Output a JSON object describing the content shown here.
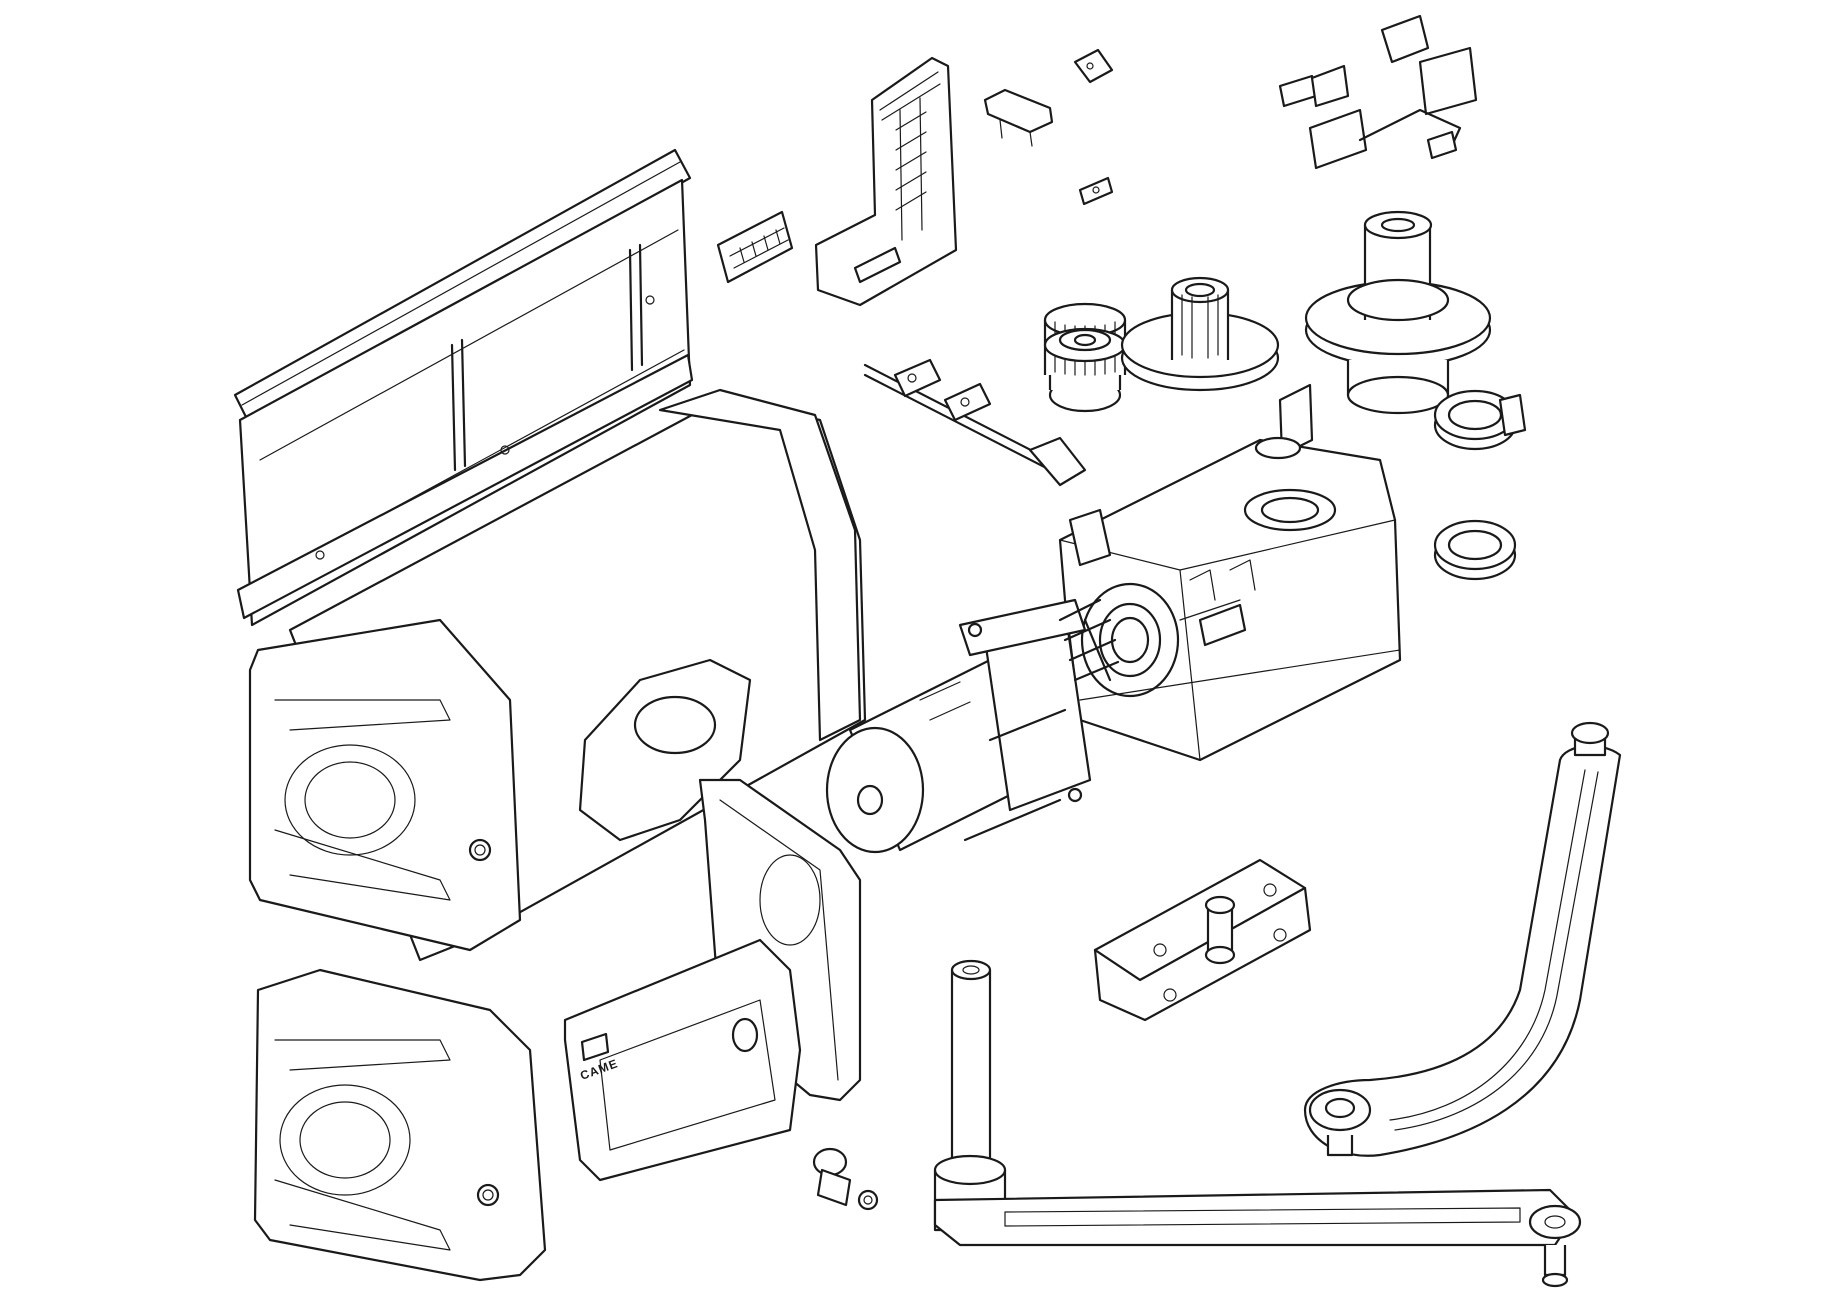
{
  "diagram": {
    "type": "exploded-parts-view",
    "background": "#ffffff",
    "line_color": "#1a1a1a",
    "cover_brand_text": "CAME",
    "parts": [
      "mounting-rail",
      "terminal-connector",
      "control-board-bracket",
      "limit-switch-bracket",
      "small-clip",
      "micro-switch-assembly",
      "release-pin",
      "cam-shaft-assembly",
      "pinion-gear",
      "intermediate-gear",
      "output-gear",
      "upper-limit-cam",
      "lower-limit-cam",
      "gearbox-housing",
      "electric-motor",
      "main-cover",
      "side-cover",
      "front-cover",
      "release-door",
      "release-key-lock",
      "mounting-bracket",
      "straight-arm",
      "curved-arm"
    ]
  }
}
